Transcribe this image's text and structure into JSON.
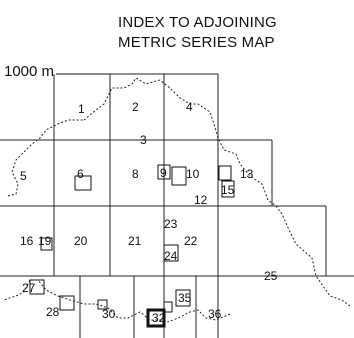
{
  "index": {
    "title_line_1": "INDEX TO ADJOINING",
    "title_line_2": "METRIC SERIES MAP",
    "scale_label": "1000 m"
  },
  "sheets": [
    "1",
    "2",
    "3",
    "4",
    "5",
    "6",
    "8",
    "9",
    "10",
    "12",
    "13",
    "15",
    "16",
    "19",
    "20",
    "21",
    "22",
    "23",
    "24",
    "25",
    "27",
    "28",
    "30",
    "32",
    "35",
    "36"
  ]
}
